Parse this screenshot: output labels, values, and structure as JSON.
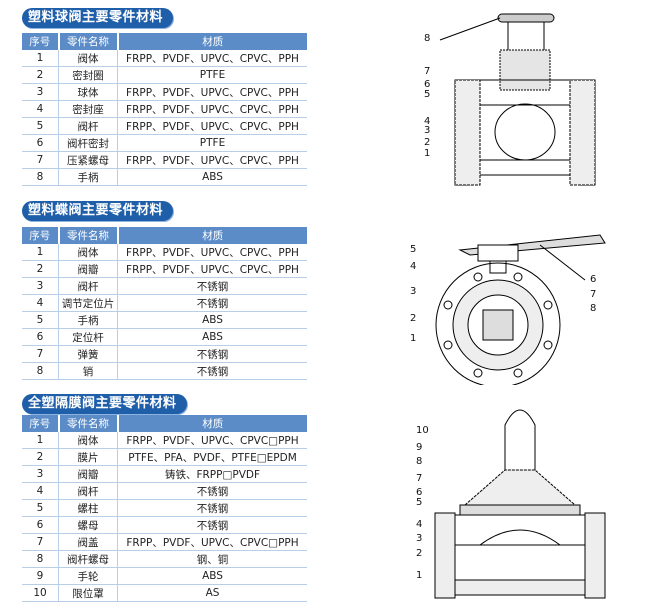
{
  "tables": [
    {
      "title": "塑料球阀主要零件材料",
      "headers": [
        "序号",
        "零件名称",
        "材质"
      ],
      "rows": [
        [
          "1",
          "阀体",
          "FRPP、PVDF、UPVC、CPVC、PPH"
        ],
        [
          "2",
          "密封圈",
          "PTFE"
        ],
        [
          "3",
          "球体",
          "FRPP、PVDF、UPVC、CPVC、PPH"
        ],
        [
          "4",
          "密封座",
          "FRPP、PVDF、UPVC、CPVC、PPH"
        ],
        [
          "5",
          "阀杆",
          "FRPP、PVDF、UPVC、CPVC、PPH"
        ],
        [
          "6",
          "阀杆密封",
          "PTFE"
        ],
        [
          "7",
          "压紧螺母",
          "FRPP、PVDF、UPVC、CPVC、PPH"
        ],
        [
          "8",
          "手柄",
          "ABS"
        ]
      ]
    },
    {
      "title": "塑料蝶阀主要零件材料",
      "headers": [
        "序号",
        "零件名称",
        "材质"
      ],
      "rows": [
        [
          "1",
          "阀体",
          "FRPP、PVDF、UPVC、CPVC、PPH"
        ],
        [
          "2",
          "阀瓣",
          "FRPP、PVDF、UPVC、CPVC、PPH"
        ],
        [
          "3",
          "阀杆",
          "不锈钢"
        ],
        [
          "4",
          "调节定位片",
          "不锈钢"
        ],
        [
          "5",
          "手柄",
          "ABS"
        ],
        [
          "6",
          "定位杆",
          "ABS"
        ],
        [
          "7",
          "弹簧",
          "不锈钢"
        ],
        [
          "8",
          "销",
          "不锈钢"
        ]
      ]
    },
    {
      "title": "全塑隔膜阀主要零件材料",
      "headers": [
        "序号",
        "零件名称",
        "材质"
      ],
      "rows": [
        [
          "1",
          "阀体",
          "FRPP、PVDF、UPVC、CPVC□PPH"
        ],
        [
          "2",
          "膜片",
          "PTFE、PFA、PVDF、PTFE□EPDM"
        ],
        [
          "3",
          "阀瓣",
          "铸铁、FRPP□PVDF"
        ],
        [
          "4",
          "阀杆",
          "不锈钢"
        ],
        [
          "5",
          "螺柱",
          "不锈钢"
        ],
        [
          "6",
          "螺母",
          "不锈钢"
        ],
        [
          "7",
          "阀盖",
          "FRPP、PVDF、UPVC、CPVC□PPH"
        ],
        [
          "8",
          "阀杆螺母",
          "钢、铜"
        ],
        [
          "9",
          "手轮",
          "ABS"
        ],
        [
          "10",
          "限位罩",
          "AS"
        ]
      ]
    }
  ],
  "diagrams": [
    {
      "name": "ball-valve",
      "labels": [
        "8",
        "7",
        "6",
        "5",
        "4",
        "3",
        "2",
        "1"
      ]
    },
    {
      "name": "butterfly-valve",
      "labels": [
        "5",
        "4",
        "3",
        "2",
        "1",
        "6",
        "7",
        "8"
      ]
    },
    {
      "name": "diaphragm-valve",
      "labels": [
        "10",
        "9",
        "8",
        "7",
        "6",
        "5",
        "4",
        "3",
        "2",
        "1"
      ]
    }
  ]
}
